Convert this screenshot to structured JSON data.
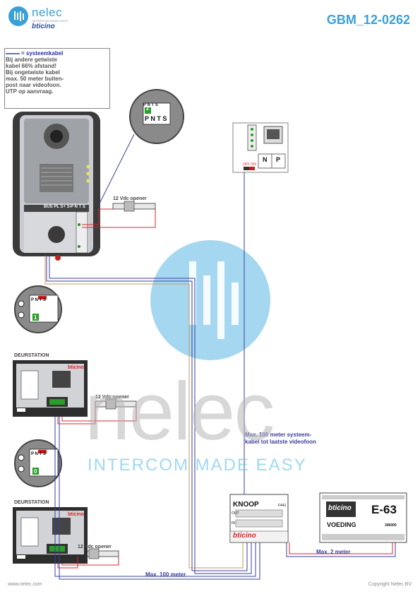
{
  "header": {
    "logo_word": "nelec",
    "logo_sub": "INTERCOM MADE EASY",
    "brand": "bticino",
    "doc_code": "GBM_12-0262"
  },
  "note": {
    "legend": "= systeemkabel",
    "lines": [
      "Bij andere getwiste",
      "kabel 66% afstand!",
      "Bij ongetwiste kabel",
      "max. 50 meter buiten-",
      "post naar videofoon.",
      "UTP op aanvraag."
    ]
  },
  "terminal_labels": {
    "zoom_top": "P N T S",
    "zoom_bottom": "P N T S",
    "panel_row": "BUS PL S+ S-",
    "panel_terminals": "P N T S",
    "station_terms": "P N T S"
  },
  "labels": {
    "opener_1": "12 Vdc opener",
    "opener_2": "12 Vdc opener",
    "opener_3": "12 Vdc opener",
    "deurstation_1": "DEURSTATION",
    "deurstation_2": "DEURSTATION",
    "monitor_n": "N",
    "monitor_p": "P",
    "off_on": "OFF ON",
    "max100_sys_1": "Max. 100 meter systeem-",
    "max100_sys_2": "kabel tot laatste videofoon",
    "max2": "Max. 2 meter",
    "max100": "Max. 100 meter",
    "knoop": "KNOOP",
    "knoop_code": "F441",
    "out": "OUT",
    "in": "IN",
    "psu_brand": "bticino",
    "psu_model": "E-63",
    "psu_name": "VOEDING",
    "psu_code": "346000",
    "station_brand": "bticino",
    "selector_1": "1",
    "selector_2": "0",
    "zoom_digit": "2"
  },
  "watermark": {
    "word": "nelec",
    "tagline": "INTERCOM MADE EASY"
  },
  "footer": {
    "left": "www.nelec.com",
    "right": "Copyright Nelec BV"
  },
  "colors": {
    "accent": "#3aa0d8",
    "brand_red": "#d9282f",
    "cable_blue": "#3b3f9f",
    "cable_red": "#d9282f"
  }
}
